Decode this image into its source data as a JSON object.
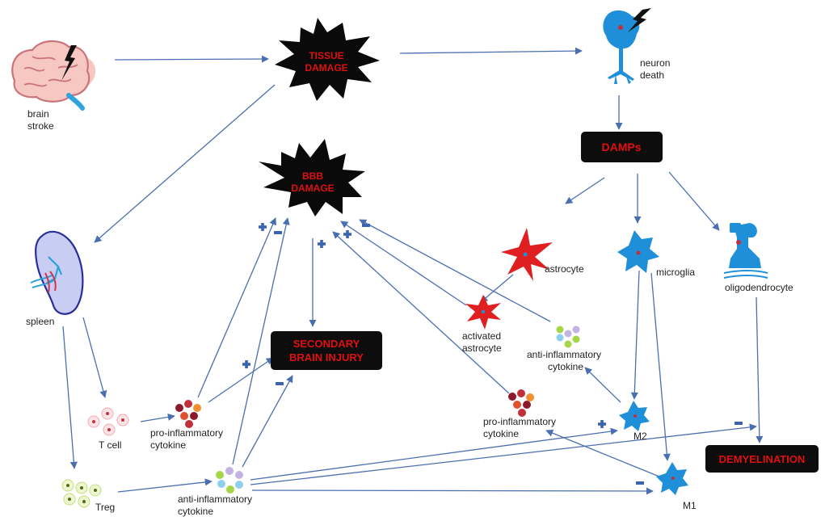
{
  "nodes": {
    "brain_stroke": {
      "line1": "brain",
      "line2": "stroke"
    },
    "tissue_damage": {
      "line1": "TISSUE",
      "line2": "DAMAGE"
    },
    "neuron_death": {
      "line1": "neuron",
      "line2": "death"
    },
    "damps": {
      "label": "DAMPs"
    },
    "bbb_damage": {
      "line1": "BBB",
      "line2": "DAMAGE"
    },
    "spleen": {
      "label": "spleen"
    },
    "astrocyte": {
      "label": "astrocyte"
    },
    "microglia": {
      "label": "microglia"
    },
    "oligodendrocyte": {
      "label": "oligodendrocyte"
    },
    "activated_astrocyte": {
      "line1": "activated",
      "line2": "astrocyte"
    },
    "anti_inflammatory_right": {
      "line1": "anti-inflammatory",
      "line2": "cytokine"
    },
    "secondary_brain_injury": {
      "line1": "SECONDARY",
      "line2": "BRAIN INJURY"
    },
    "t_cell": {
      "label": "T cell"
    },
    "pro_inflammatory_left": {
      "line1": "pro-inflammatory",
      "line2": "cytokine"
    },
    "pro_inflammatory_right": {
      "line1": "pro-inflammatory",
      "line2": "cytokine"
    },
    "m2": {
      "label": "M2"
    },
    "m1": {
      "label": "M1"
    },
    "demyelination": {
      "label": "DEMYELINATION"
    },
    "treg": {
      "label": "Treg"
    },
    "anti_inflammatory_bottom": {
      "line1": "anti-inflammatory",
      "line2": "cytokine"
    }
  },
  "signs": {
    "plus": "+",
    "minus": "−"
  },
  "colors": {
    "arrow": "#4a6fb0",
    "cell_blue": "#1e8fd8",
    "cell_red": "#e02020",
    "box_bg": "#0d0d0d",
    "box_text": "#e01010"
  }
}
